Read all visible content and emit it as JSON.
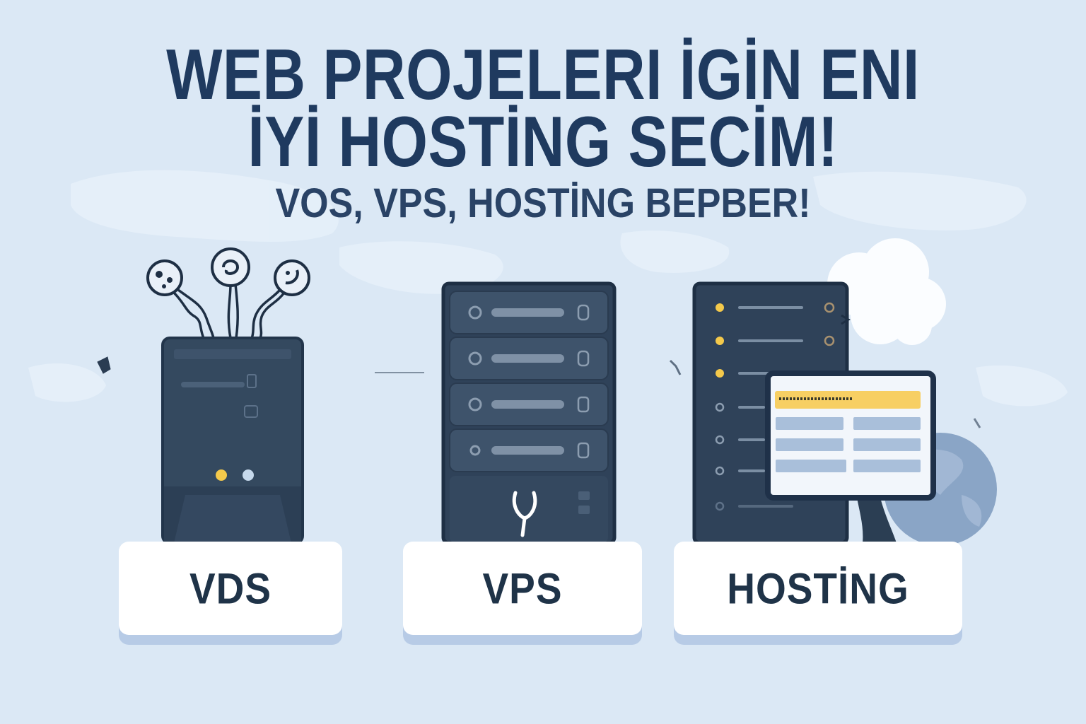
{
  "title": {
    "line1": "WEB PROJELERI İGİN ENI",
    "line2": "İYİ HOSTİNG SECİM!"
  },
  "subtitle": "VOS, VPS, HOSTİNG BEPBER!",
  "cards": [
    {
      "label": "VDS",
      "icon": "server-tower-icon"
    },
    {
      "label": "VPS",
      "icon": "server-rack-icon"
    },
    {
      "label": "HOSTİNG",
      "icon": "hosting-rack-icon"
    }
  ],
  "colors": {
    "background": "#dbe8f5",
    "title": "#1f3a5f",
    "server_body": "#2f4259",
    "accent_yellow": "#f4c94b",
    "card": "#ffffff",
    "card_shadow": "#b7cbe6"
  },
  "icons": [
    "world-map-icon",
    "cable-plug-icon",
    "cloud-icon",
    "globe-icon",
    "control-panel-icon",
    "tool-icon"
  ]
}
